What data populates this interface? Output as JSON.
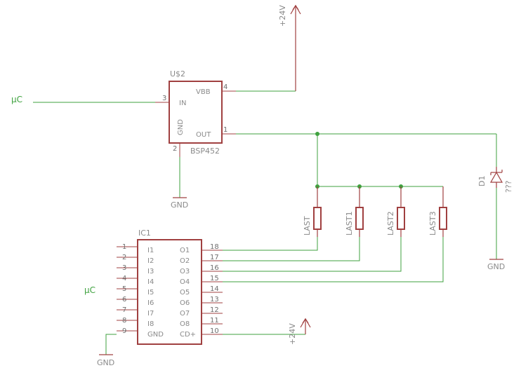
{
  "labels": {
    "vsup_top": "+24V",
    "vsup_bottom": "+24V",
    "uc_top": "µC",
    "uc_bottom": "µC",
    "gnd_u2": "GND",
    "gnd_ic1": "GND",
    "gnd_d1": "GND"
  },
  "u2": {
    "name": "U$2",
    "value": "BSP452",
    "pins": [
      {
        "num": "3",
        "name": "IN"
      },
      {
        "num": "4",
        "name": "VBB"
      },
      {
        "num": "1",
        "name": "OUT"
      },
      {
        "num": "2",
        "name": "GND"
      }
    ]
  },
  "ic1": {
    "name": "IC1",
    "left_pins": [
      {
        "num": "1",
        "name": "I1"
      },
      {
        "num": "2",
        "name": "I2"
      },
      {
        "num": "3",
        "name": "I3"
      },
      {
        "num": "4",
        "name": "I4"
      },
      {
        "num": "5",
        "name": "I5"
      },
      {
        "num": "6",
        "name": "I6"
      },
      {
        "num": "7",
        "name": "I7"
      },
      {
        "num": "8",
        "name": "I8"
      },
      {
        "num": "9",
        "name": "GND"
      }
    ],
    "right_pins": [
      {
        "num": "18",
        "name": "O1"
      },
      {
        "num": "17",
        "name": "O2"
      },
      {
        "num": "16",
        "name": "O3"
      },
      {
        "num": "15",
        "name": "O4"
      },
      {
        "num": "14",
        "name": "O5"
      },
      {
        "num": "13",
        "name": "O6"
      },
      {
        "num": "12",
        "name": "O7"
      },
      {
        "num": "11",
        "name": "O8"
      },
      {
        "num": "10",
        "name": "CD+"
      }
    ]
  },
  "loads": [
    "LAST",
    "LAST1",
    "LAST2",
    "LAST3"
  ],
  "d1": {
    "name": "D1",
    "value": "???"
  }
}
